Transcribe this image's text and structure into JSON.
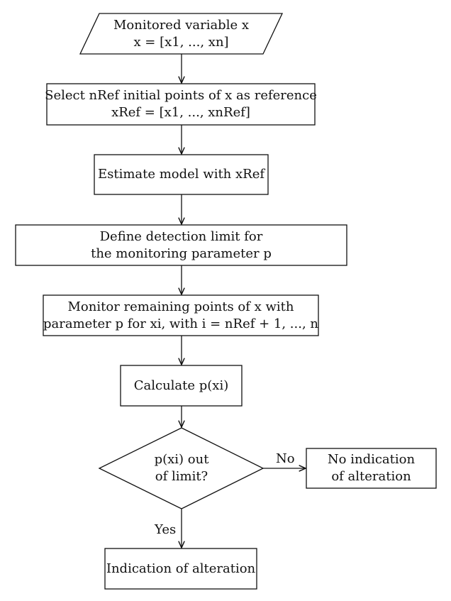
{
  "nodes": {
    "input": {
      "shape": "parallelogram",
      "line1": "Monitored variable x",
      "line2": "x  =  [x1, ..., xn]"
    },
    "select_reference": {
      "shape": "rectangle",
      "line1": "Select nRef initial points of x as reference",
      "line2": "xRef = [x1, ..., xnRef]"
    },
    "estimate_model": {
      "shape": "rectangle",
      "line1": "Estimate model with xRef"
    },
    "define_limit": {
      "shape": "rectangle",
      "line1": "Define detection limit for",
      "line2": "the monitoring parameter p"
    },
    "monitor_points": {
      "shape": "rectangle",
      "line1": "Monitor remaining points of x with",
      "line2": "parameter p for xi, with i = nRef + 1, ..., n"
    },
    "calculate": {
      "shape": "rectangle",
      "line1": "Calculate p(xi)"
    },
    "decision": {
      "shape": "diamond",
      "line1": "p(xi) out",
      "line2": "of limit?"
    },
    "no_alteration": {
      "shape": "rectangle",
      "line1": "No indication",
      "line2": "of alteration"
    },
    "alteration": {
      "shape": "rectangle",
      "line1": "Indication of alteration"
    }
  },
  "edges": {
    "no_label": "No",
    "yes_label": "Yes"
  }
}
